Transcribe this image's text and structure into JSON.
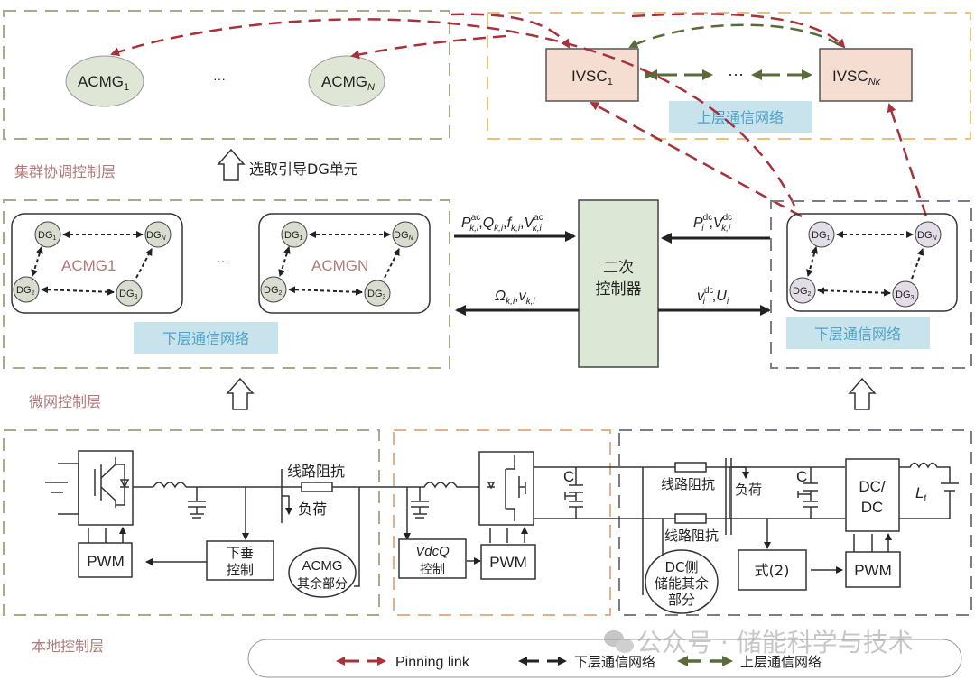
{
  "colors": {
    "pinning_link": "#a8323c",
    "upper_network": "#5a6b3a",
    "lower_network": "#222222",
    "cluster_border": "#a8aa8c",
    "upper_border": "#e6c27a",
    "ac_border": "#a8aa8c",
    "vsc_border": "#e2b08a",
    "dc_border": "#7c7c8c",
    "acmg_fill": "#dfe6d6",
    "ivsc_fill": "#f6ddd2",
    "dg_green_fill": "#d9ddcf",
    "dg_purple_fill": "#e2dde6",
    "network_label_fill": "#c8e3ec",
    "network_label_text": "#4fa3c7",
    "layer_label_text": "#b07a7a",
    "controller_fill": "#dde7d5"
  },
  "layers": {
    "cluster": "集群协调控制层",
    "microgrid": "微网控制层",
    "local": "本地控制层"
  },
  "cluster_layer": {
    "acmg_1": {
      "base": "ACMG",
      "sub": "1"
    },
    "ellipsis": "···",
    "acmg_n": {
      "base": "ACMG",
      "sub": "N"
    },
    "select_label": "选取引导DG单元"
  },
  "upper_network": {
    "ivsc_1": {
      "base": "IVSC",
      "sub": "1"
    },
    "ellipsis": "···",
    "ivsc_nk": {
      "base": "IVSC",
      "sub": "Nk"
    },
    "label": "上层通信网络"
  },
  "microgrid_layer": {
    "acmg1_cluster": {
      "title": "ACMG1",
      "nodes": [
        {
          "base": "DG",
          "sub": "1"
        },
        {
          "base": "DG",
          "sub": "N"
        },
        {
          "base": "DG",
          "sub": "2"
        },
        {
          "base": "DG",
          "sub": "3"
        }
      ]
    },
    "ellipsis": "···",
    "acmgn_cluster": {
      "title": "ACMGN",
      "nodes": [
        {
          "base": "DG",
          "sub": "1"
        },
        {
          "base": "DG",
          "sub": "N"
        },
        {
          "base": "DG",
          "sub": "2"
        },
        {
          "base": "DG",
          "sub": "3"
        }
      ]
    },
    "lower_network_label": "下层通信网络",
    "dc_cluster": {
      "nodes": [
        {
          "base": "DG",
          "sub": "1"
        },
        {
          "base": "DG",
          "sub": "N"
        },
        {
          "base": "DG",
          "sub": "2"
        },
        {
          "base": "DG",
          "sub": "3"
        }
      ],
      "lower_network_label": "下层通信网络"
    }
  },
  "secondary_controller": {
    "line1": "二次",
    "line2": "控制器",
    "in_left": {
      "P": "P",
      "P_sup": "ac",
      "P_sub": "k,i",
      "Q": "Q",
      "Q_sub": "k,i",
      "f": "f",
      "f_sub": "k,i",
      "V": "V",
      "V_sup": "ac",
      "V_sub": "k,i"
    },
    "out_left": {
      "Omega": "Ω",
      "Omega_sub": "k,i",
      "v": "v",
      "v_sub": "k,i"
    },
    "in_right": {
      "P": "P",
      "P_sup": "dc",
      "P_sub": "i",
      "V": "V",
      "V_sup": "dc",
      "V_sub": "k,i"
    },
    "out_right": {
      "v": "v",
      "v_sup": "dc",
      "v_sub": "i",
      "U": "U",
      "U_sub": "i"
    }
  },
  "local_layer": {
    "ac_section": {
      "line_impedance": "线路阻抗",
      "load": "负荷",
      "pwm": "PWM",
      "droop_line1": "下垂",
      "droop_line2": "控制",
      "rest_line1": "ACMG",
      "rest_line2": "其余部分"
    },
    "vsc_section": {
      "capacitor": "C",
      "vdcq_line1": "VdcQ",
      "vdcq_line2": "控制",
      "pwm": "PWM"
    },
    "dc_section": {
      "line_impedance_top": "线路阻抗",
      "line_impedance_bottom": "线路阻抗",
      "load": "负荷",
      "capacitor": "C",
      "converter_line1": "DC/",
      "converter_line2": "DC",
      "inductor": "L",
      "inductor_sub": "f",
      "eq_block": "式(2)",
      "pwm": "PWM",
      "rest_line1": "DC侧",
      "rest_line2": "储能其余",
      "rest_line3": "部分"
    }
  },
  "legend": {
    "pinning": "Pinning link",
    "lower": "下层通信网络",
    "upper": "上层通信网络"
  },
  "watermark": "公众号 · 储能科学与技术"
}
